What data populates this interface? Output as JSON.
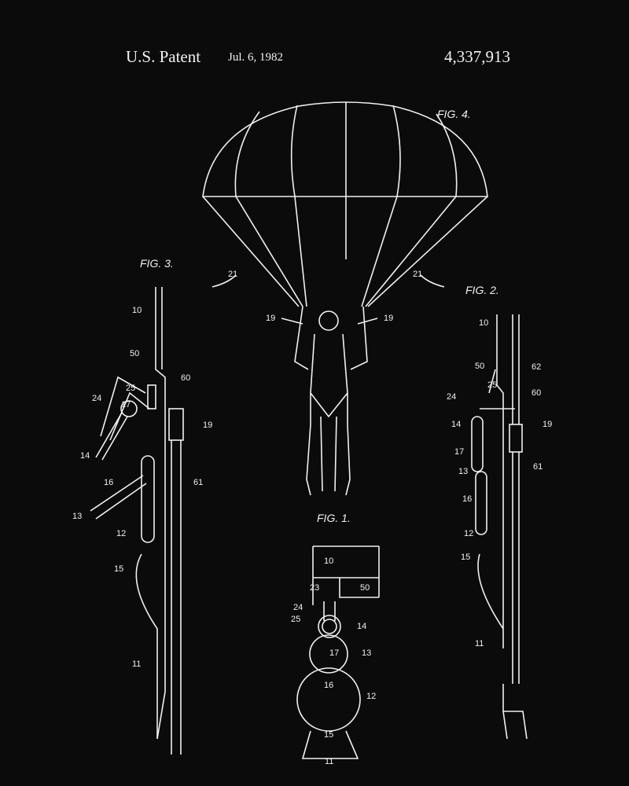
{
  "header": {
    "office": "U.S. Patent",
    "date": "Jul. 6, 1982",
    "number": "4,337,913"
  },
  "fig4": {
    "title": "FIG. 4.",
    "labels": [
      "21",
      "21",
      "19",
      "19"
    ]
  },
  "fig3": {
    "title": "FIG. 3.",
    "labels": [
      "10",
      "50",
      "60",
      "24",
      "25",
      "17",
      "14",
      "19",
      "16",
      "61",
      "13",
      "12",
      "15",
      "11"
    ]
  },
  "fig2": {
    "title": "FIG. 2.",
    "labels": [
      "10",
      "62",
      "50",
      "25",
      "60",
      "24",
      "14",
      "19",
      "17",
      "13",
      "61",
      "16",
      "12",
      "15",
      "11"
    ]
  },
  "fig1": {
    "title": "FIG. 1.",
    "labels": [
      "10",
      "23",
      "50",
      "24",
      "14",
      "25",
      "17",
      "13",
      "16",
      "12",
      "15",
      "11"
    ]
  }
}
